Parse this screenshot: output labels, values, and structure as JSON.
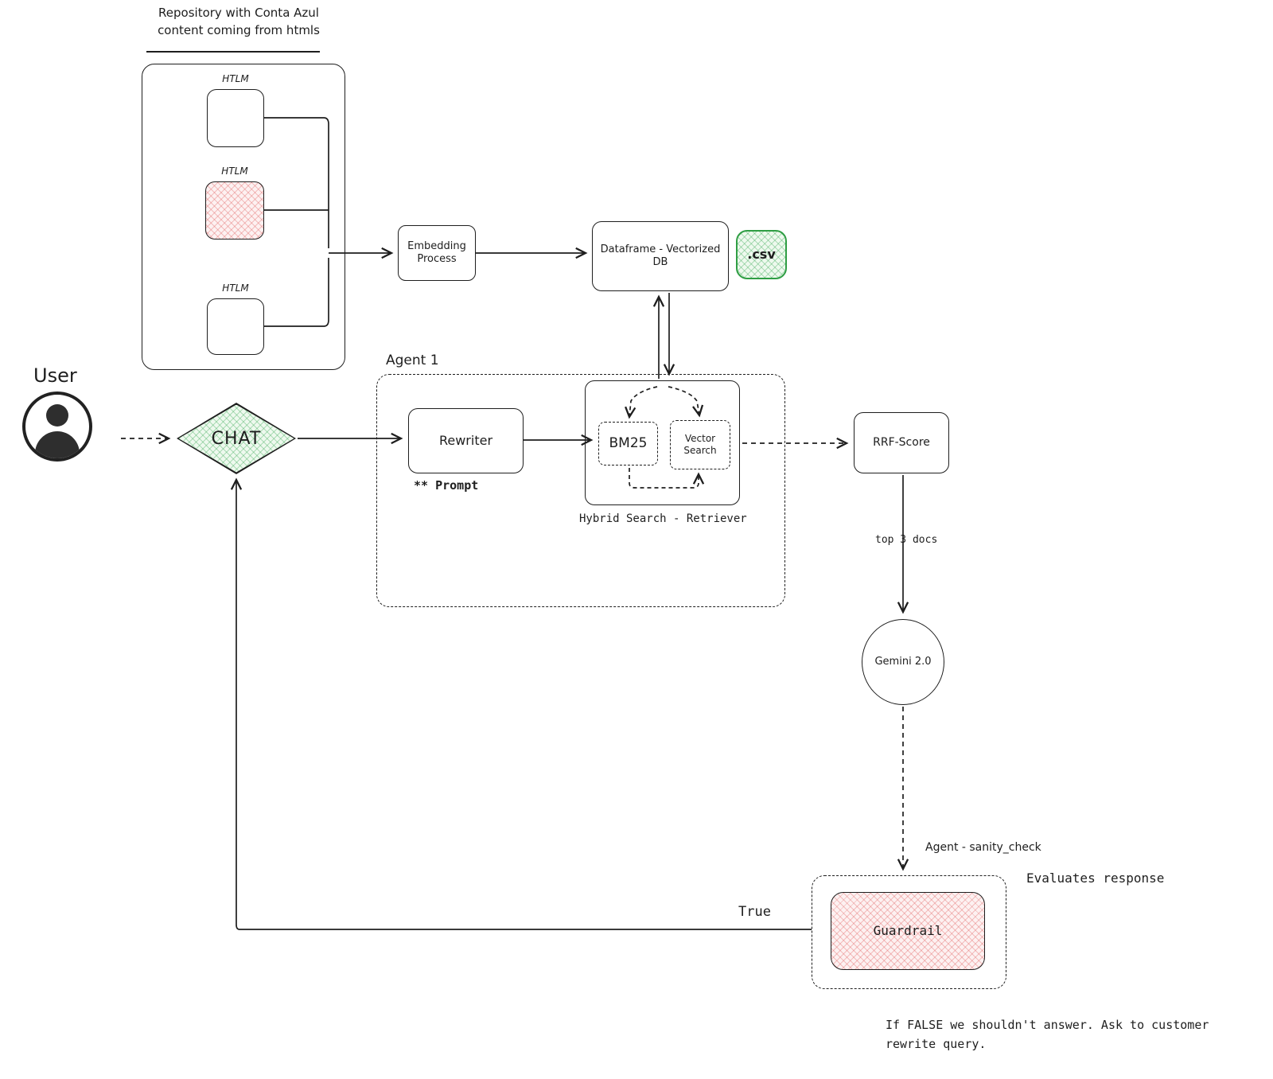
{
  "colors": {
    "ink": "#1e1e1e",
    "green_border": "#2f9e44",
    "green_fill": "#eef9ee",
    "pink_fill": "#fdf1f1"
  },
  "repository": {
    "title_line1": "Repository with Conta Azul",
    "title_line2": "content coming from htmls",
    "boxes": [
      {
        "label": "HTLM",
        "variant": "plain"
      },
      {
        "label": "HTLM",
        "variant": "pink"
      },
      {
        "label": "HTLM",
        "variant": "plain"
      }
    ]
  },
  "user": {
    "label": "User"
  },
  "chat": {
    "label": "CHAT"
  },
  "embedding": {
    "label_line1": "Embedding",
    "label_line2": "Process"
  },
  "dataframe": {
    "label_line1": "Dataframe - Vectorized",
    "label_line2": "DB"
  },
  "csv": {
    "label": ".csv"
  },
  "agent1": {
    "label": "Agent 1",
    "rewriter_label": "Rewriter",
    "prompt_note": "** Prompt",
    "bm25_label": "BM25",
    "vector_line1": "Vector",
    "vector_line2": "Search",
    "hybrid_label": "Hybrid Search - Retriever"
  },
  "rrf": {
    "label": "RRF-Score"
  },
  "gemini": {
    "label": "Gemini 2.0"
  },
  "guardrail": {
    "label": "Guardrail"
  },
  "labels": {
    "top3": "top 3 docs",
    "sanity": "Agent - sanity_check",
    "evaluates": "Evaluates response",
    "true_label": "True"
  },
  "footnote": {
    "line1": "If FALSE we shouldn't answer. Ask to customer",
    "line2": "rewrite query."
  }
}
